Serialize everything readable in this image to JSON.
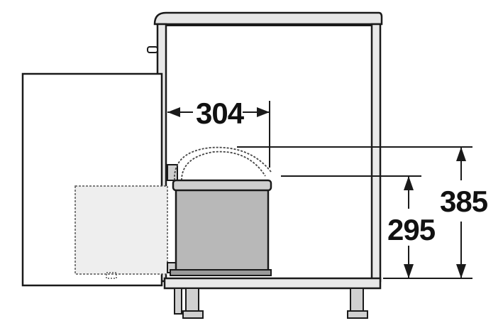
{
  "dimensions": {
    "depth_label": "304",
    "inner_height_label": "295",
    "outer_height_label": "385"
  },
  "colors": {
    "outline": "#1a1a1a",
    "cabinet_fill": "#ffffff",
    "panel_edge": "#9a9a9a",
    "bin_fill": "#b8b8b8",
    "door_ghost_fill": "#eeeeee"
  }
}
